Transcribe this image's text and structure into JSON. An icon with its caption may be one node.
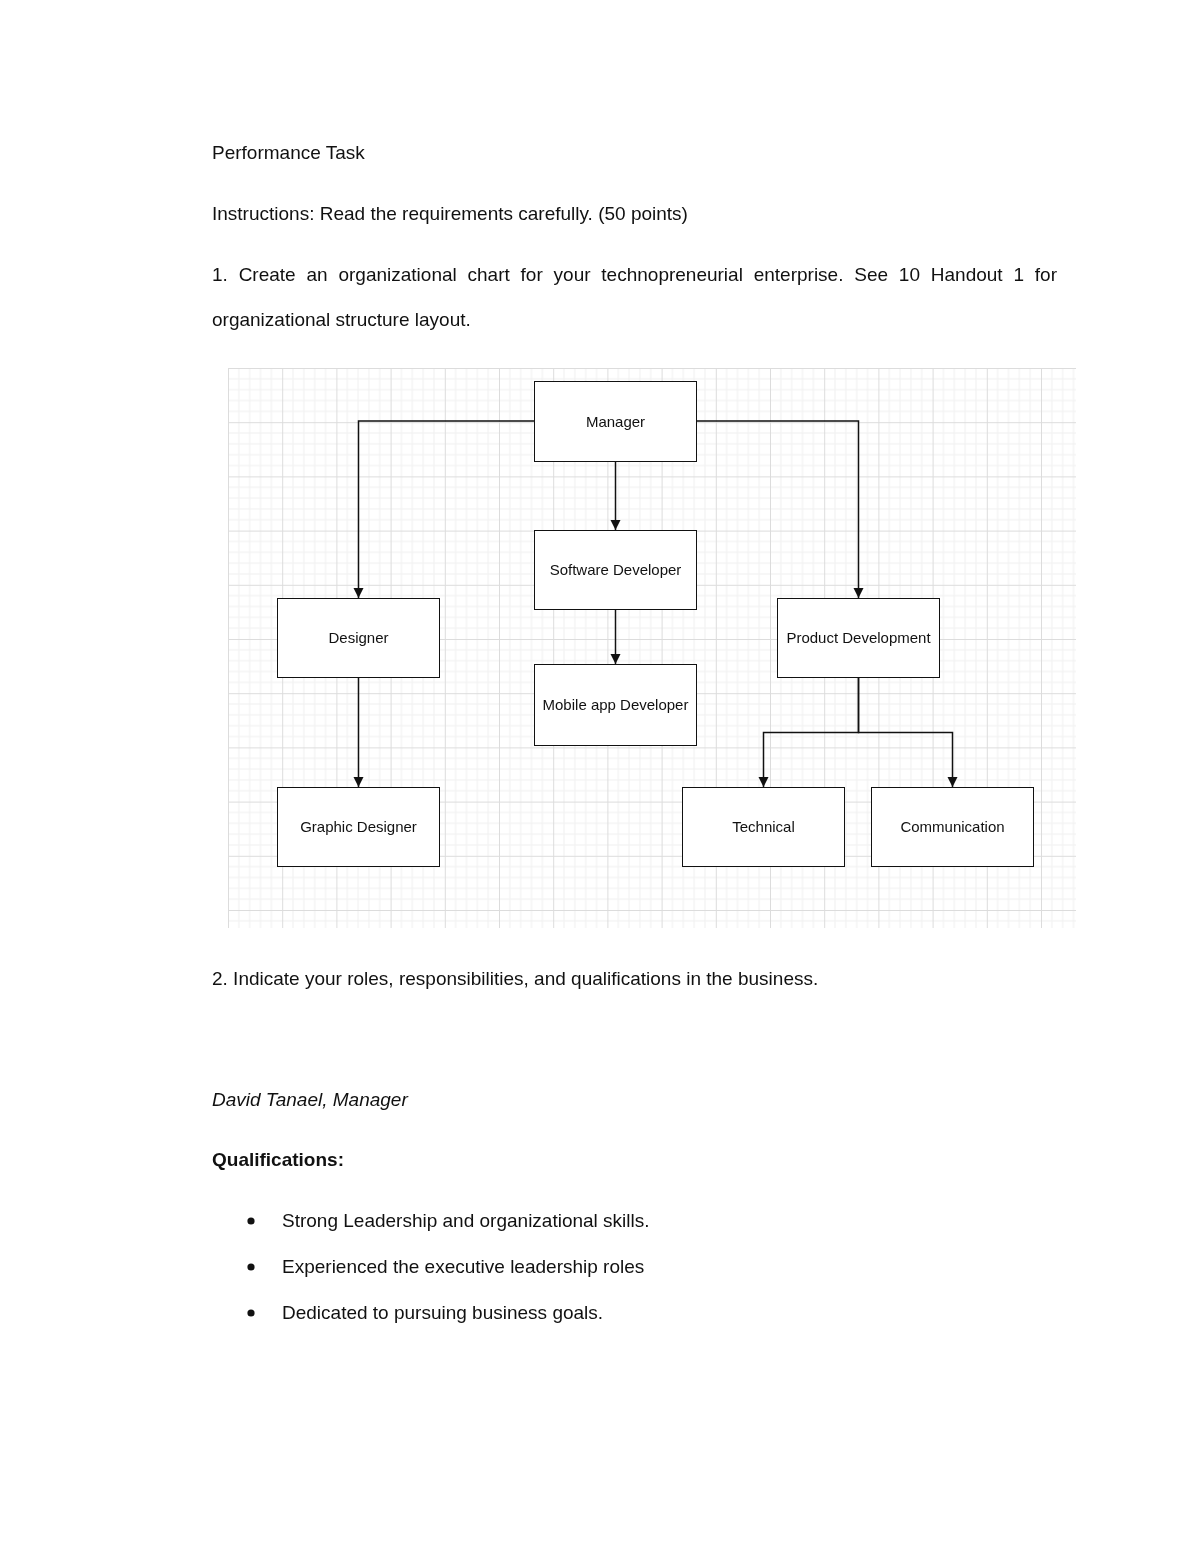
{
  "diagram": {
    "title": "Performance Task",
    "nodes": [
      {
        "text": [
          "Manager"
        ]
      },
      {
        "text": [
          "Software Developer"
        ]
      },
      {
        "text": [
          "Designer"
        ]
      },
      {
        "text": [
          "Product Development"
        ]
      },
      {
        "text": [
          "Mobile app Developer"
        ]
      },
      {
        "text": [
          "Graphic Designer"
        ]
      },
      {
        "text": [
          "Technical"
        ]
      },
      {
        "text": [
          "Communication"
        ]
      }
    ],
    "edges": [
      {
        "from": 0,
        "to": 2,
        "arrow": "to"
      },
      {
        "from": 0,
        "to": 1,
        "arrow": "to"
      },
      {
        "from": 0,
        "to": 3,
        "arrow": "to"
      },
      {
        "from": 1,
        "to": 4,
        "arrow": "to"
      },
      {
        "from": 2,
        "to": 5,
        "arrow": "to"
      },
      {
        "from": 3,
        "to": 6,
        "arrow": "to"
      },
      {
        "from": 3,
        "to": 7,
        "arrow": "to"
      }
    ],
    "labels": [
      "Instructions: Read the requirements carefully. (50 points)",
      "1. Create an organizational chart for your technopreneurial enterprise. See 10 Handout 1 for organizational structure layout.",
      "2. Indicate your roles, responsibilities, and qualifications in the business.",
      "David Tanael, Manager",
      "Qualifications:",
      "Strong Leadership and organizational skills.",
      "Experienced the executive leadership roles",
      "Dedicated to pursuing business goals."
    ]
  }
}
